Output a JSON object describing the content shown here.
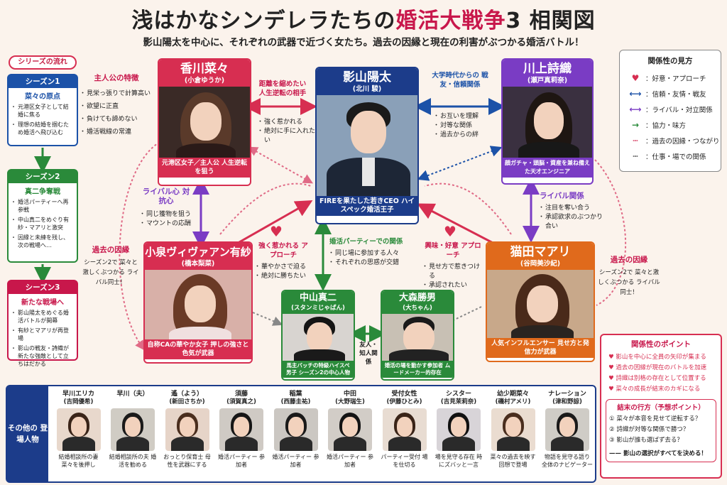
{
  "title": {
    "part1": "浅はかなシンデレラたちの",
    "part2": "婚活大戦争",
    "part3": "3 相関図"
  },
  "subtitle": "影山陽太を中心に、それぞれの武器で近づく女たち。過去の因縁と現在の利害がぶつかる婚活バトル！",
  "sidebar": {
    "heading": "シリーズの流れ",
    "seasons": [
      {
        "head": "シーズン1",
        "sub": "菜々の原点",
        "items": [
          "元港区女子として結婚に焦る",
          "理想の結婚を掴むため婚活へ飛び込む"
        ]
      },
      {
        "head": "シーズン2",
        "sub": "真二争奪戦",
        "items": [
          "婚活パーティーへ再参戦",
          "中山真二をめぐり有紗・マアリと激突",
          "因縁と未練を残し、次の戦場へ…"
        ]
      },
      {
        "head": "シーズン3",
        "sub": "新たな戦場へ",
        "items": [
          "影山陽太をめぐる婚活バトルが開幕",
          "有紗とマアリが再登場",
          "影山の戦友・詩織が新たな強敵として立ちはだかる"
        ]
      }
    ]
  },
  "characters": {
    "kagawa": {
      "name": "香川菜々",
      "actor": "(小倉ゆうか)",
      "caption": "元港区女子／主人公 人生逆転を狙う"
    },
    "kageyama": {
      "name": "影山陽太",
      "actor": "(北川 駿)",
      "caption": "FIREを果たした若きCEO ハイスペック婚活王子"
    },
    "kawakami": {
      "name": "川上詩織",
      "actor": "(瀬戸真莉奈)",
      "caption": "顔ガチャ・頭脳・資産を兼ね備えた天才エンジニア"
    },
    "koizumi": {
      "name": "小泉ヴィヴァアン有紗",
      "actor": "(橋本梨菜)",
      "caption": "自称CAの華やか女子 押しの強さと色気が武器"
    },
    "nekota": {
      "name": "猫田マアリ",
      "actor": "(谷岡美沙紀)",
      "caption": "人気インフルエンサー 見せ方と発信力が武器"
    },
    "nakayama": {
      "name": "中山真二",
      "actor": "(スタンミじゃぱん)",
      "caption": "馬主バッチの特級ハイスペ男子 シーズン2の中心人物"
    },
    "omori": {
      "name": "大森勝男",
      "actor": "(大ちゃん)",
      "caption": "婚活の場を動かす参加者 ムードメーカー的存在"
    }
  },
  "notes": {
    "heroine_features": {
      "head": "主人公の特徴",
      "items": [
        "見栄っ張りで計算高い",
        "欲望に正直",
        "負けても諦めない",
        "婚活戦線の常連"
      ]
    },
    "kagawa_kageyama": {
      "head": "距離を縮めたい 人生逆転の相手",
      "items": [
        "強く惹かれる",
        "絶対に手に入れたい"
      ]
    },
    "kageyama_kawakami": {
      "head": "大学時代からの 戦友・信頼関係",
      "items": [
        "お互いを理解",
        "対等な関係",
        "過去からの絆"
      ]
    },
    "rival_kagawa_koizumi": {
      "head": "ライバル心 対抗心",
      "items": [
        "同じ獲物を狙う",
        "マウントの応酬"
      ]
    },
    "rival_kawakami_nekota": {
      "head": "ライバル関係",
      "items": [
        "注目を奪い合う",
        "承認欲求のぶつかり合い"
      ]
    },
    "koizumi_attraction": {
      "head": "強く惹かれる アプローチ",
      "items": [
        "華やかさで迫る",
        "絶対に勝ちたい"
      ]
    },
    "party": {
      "head": "婚活パーティーでの関係",
      "items": [
        "同じ場に参加する人々",
        "それぞれの思惑が交錯"
      ]
    },
    "nekota_interest": {
      "head": "興味・好意 アプローチ",
      "items": [
        "見せ方で惹きつける",
        "承認されたい"
      ]
    },
    "past_left": {
      "head": "過去の因縁",
      "text": "シーズン2で 菜々と激しくぶつかる ライバル同士！"
    },
    "past_right": {
      "head": "過去の因縁",
      "text": "シーズン2で 菜々と激しくぶつかる ライバル同士！"
    },
    "friends": "友人・知人関係"
  },
  "legend": {
    "title": "関係性の見方",
    "rows": [
      {
        "sym": "♥",
        "label": "：好意・アプローチ",
        "color": "#d72e51"
      },
      {
        "sym": "⟷",
        "label": "：信頼・友情・戦友",
        "color": "#1c52a8"
      },
      {
        "sym": "⟷",
        "label": "：ライバル・対立関係",
        "color": "#7a3cc4"
      },
      {
        "sym": "→",
        "label": "：協力・味方",
        "color": "#2a8a3a"
      },
      {
        "sym": "┅",
        "label": "：過去の因縁・つながり",
        "color": "#e06a86"
      },
      {
        "sym": "┅",
        "label": "：仕事・場での関係",
        "color": "#777777"
      }
    ]
  },
  "points": {
    "title": "関係性のポイント",
    "items": [
      "影山を中心に全員の矢印が集まる",
      "過去の因縁が現在のバトルを加速",
      "詩織は別格の存在として位置する",
      "菜々の成長が結末のカギになる"
    ],
    "ending": {
      "title": "結末の行方（予想ポイント）",
      "items": [
        "① 菜々が本音を見せて逆転する？",
        "② 詩織が対等な関係で勝つ？",
        "③ 影山が誰も選ばず去る？"
      ],
      "last": "—— 影山の選択がすべてを決める！"
    }
  },
  "others": {
    "label": "その他の 登場人物",
    "people": [
      {
        "n1": "早川エリカ",
        "n2": "(吉岡優希)",
        "d": "結婚相談所の妻 菜々を後押し"
      },
      {
        "n1": "早川（夫）",
        "n2": "",
        "d": "結婚相談所の夫 婚活を勧める"
      },
      {
        "n1": "遙（よう）",
        "n2": "(新田さちか)",
        "d": "おっとり保育士 母性を武器にする"
      },
      {
        "n1": "須藤",
        "n2": "(須賀真之)",
        "d": "婚活パーティー 参加者"
      },
      {
        "n1": "稲葉",
        "n2": "(西藤圭祐)",
        "d": "婚活パーティー 参加者"
      },
      {
        "n1": "中田",
        "n2": "(大野瑞生)",
        "d": "婚活パーティー 参加者"
      },
      {
        "n1": "受付女性",
        "n2": "(伊藤ひとみ)",
        "d": "パーティー受付 場を仕切る"
      },
      {
        "n1": "シスター",
        "n2": "(吉見茉莉奈)",
        "d": "場を見守る存在 時にズバッと一言"
      },
      {
        "n1": "幼少期菜々",
        "n2": "(磯村アメリ)",
        "d": "菜々の過去を映す 回想で登場"
      },
      {
        "n1": "ナレーション",
        "n2": "(津和野諒)",
        "d": "物語を見守る語り 全体のナビゲーター"
      }
    ]
  },
  "colors": {
    "pink": "#d72e51",
    "navy": "#1c3c8a",
    "purple": "#7a3cc4",
    "orange": "#e06a1c",
    "green": "#2a8a3a",
    "blue": "#1c52a8"
  }
}
